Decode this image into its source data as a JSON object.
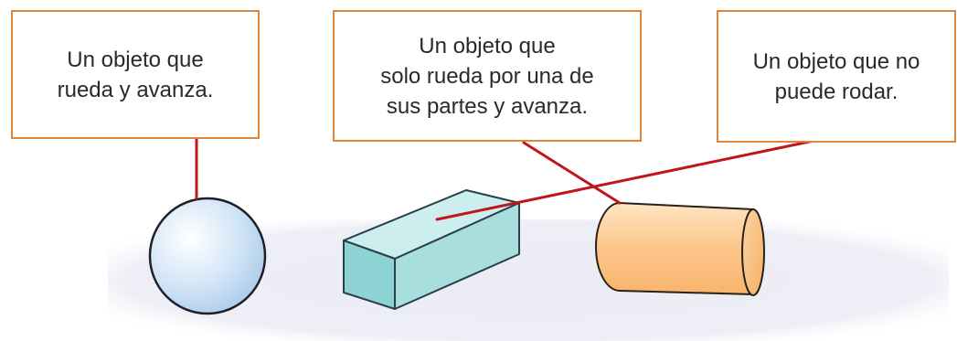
{
  "labels": {
    "rolls": "Un objeto que\nrueda y avanza.",
    "partly_rolls": "Un objeto que\nsolo rueda por una de\nsus partes y avanza.",
    "no_roll": "Un objeto que no\npuede rodar."
  },
  "colors": {
    "border": "#e0843a",
    "connector": "#c0161b",
    "floor": "#e9e9f3",
    "sphere": "#cfe2f5",
    "prism": "#a8dcdc",
    "cylinder": "#fcc98f"
  },
  "objects": [
    "sphere",
    "rectangular-prism",
    "cylinder"
  ]
}
